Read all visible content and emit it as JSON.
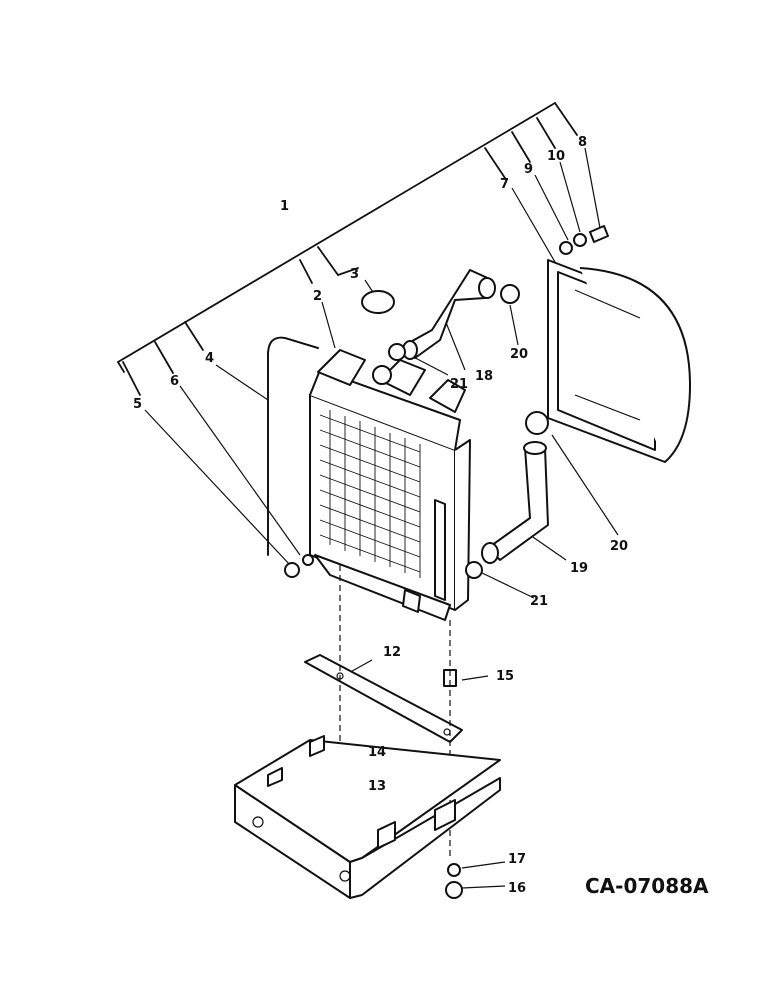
{
  "drawing_code": "CA-07088A",
  "callouts": [
    "1",
    "2",
    "3",
    "4",
    "5",
    "6",
    "7",
    "8",
    "9",
    "10",
    "12",
    "13",
    "14",
    "15",
    "16",
    "17",
    "18",
    "19",
    "20",
    "20",
    "21",
    "21"
  ]
}
